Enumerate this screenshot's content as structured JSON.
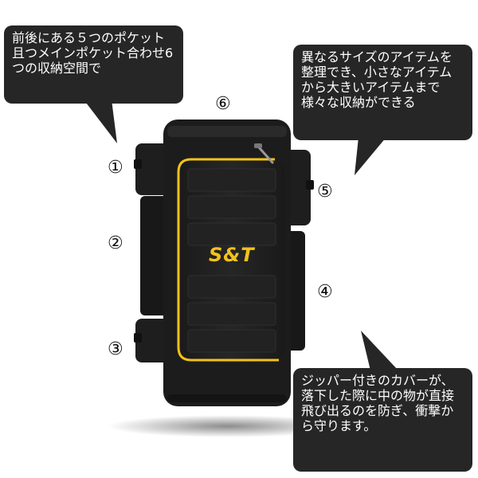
{
  "callouts": {
    "top_left": "前後にある５つのポケット且つメインポケット合わせ6つの収納空間で",
    "top_right": "異なるサイズのアイテムを整理でき、小さなアイテムから大きいアイテムまで様々な収納ができる",
    "bottom_right": "ジッパー付きのカバーが、落下した際に中の物が直接飛び出るのを防ぎ、衝撃から守ります。"
  },
  "markers": {
    "m1": "①",
    "m2": "②",
    "m3": "③",
    "m4": "④",
    "m5": "⑤",
    "m6": "⑥"
  },
  "product": {
    "logo": "S&T"
  },
  "colors": {
    "bubble": "#262626",
    "bag_body": "#1c1c1c",
    "accent_gold": "#f2c21b"
  }
}
